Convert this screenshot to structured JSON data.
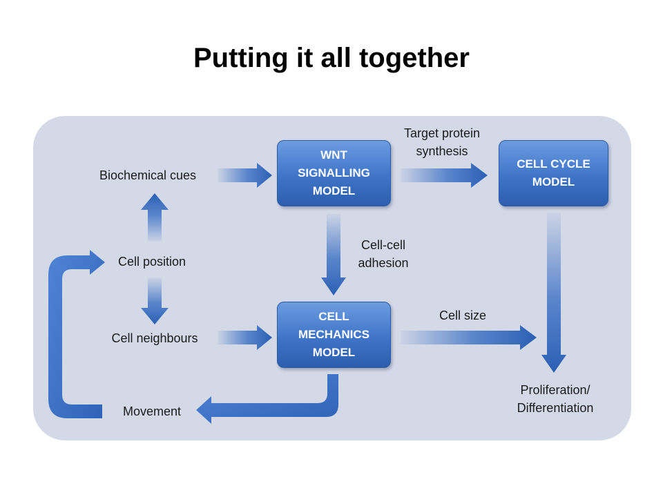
{
  "title": "Putting it all together",
  "boxes": {
    "wnt": "WNT SIGNALLING MODEL",
    "cell_cycle": "CELL CYCLE MODEL",
    "cell_mechanics": "CELL MECHANICS MODEL"
  },
  "labels": {
    "biochemical_cues": "Biochemical cues",
    "cell_position": "Cell position",
    "cell_neighbours": "Cell neighbours",
    "movement": "Movement",
    "target_protein": "Target protein synthesis",
    "cell_cell_adhesion": "Cell-cell adhesion",
    "cell_size": "Cell size",
    "proliferation": "Proliferation/ Differentiation"
  },
  "colors": {
    "panel": "#d3d9e7",
    "box": "#3f74c8",
    "arrow": "#3a6fc4"
  }
}
